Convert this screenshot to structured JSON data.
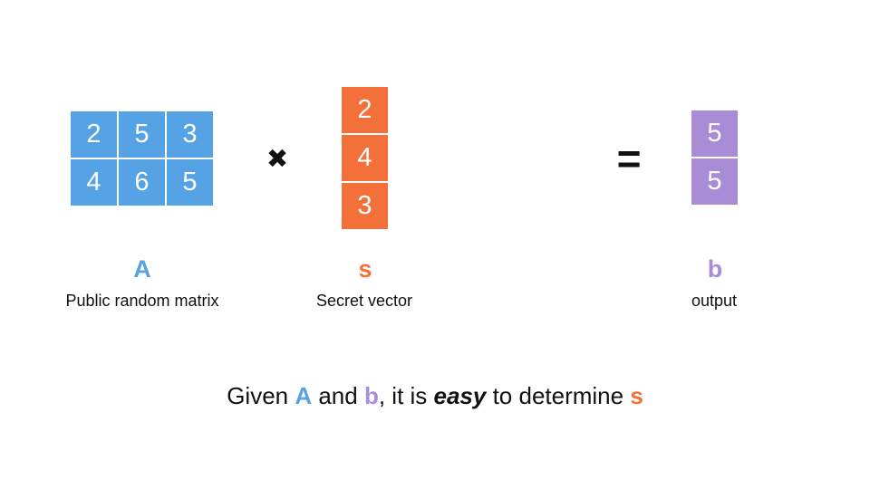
{
  "colors": {
    "matrix_blue": "#55a2e4",
    "vector_orange": "#f3703a",
    "vector_purple": "#a98cd6",
    "ink": "#111111",
    "background": "#ffffff"
  },
  "matrix_a": {
    "label": "A",
    "caption": "Public random matrix",
    "cells": [
      [
        "2",
        "5",
        "3"
      ],
      [
        "4",
        "6",
        "5"
      ]
    ]
  },
  "vector_s": {
    "label": "s",
    "caption": "Secret vector",
    "cells": [
      "2",
      "4",
      "3"
    ]
  },
  "vector_b": {
    "label": "b",
    "caption": "output",
    "cells": [
      "5",
      "5"
    ]
  },
  "operators": {
    "multiply": "✖",
    "equals": "="
  },
  "sentence": {
    "given": "Given ",
    "a": "A",
    "and": " and ",
    "b": "b",
    "comma_it_is": ", it is ",
    "easy": "easy",
    "to_determine": " to determine ",
    "s": "s"
  }
}
